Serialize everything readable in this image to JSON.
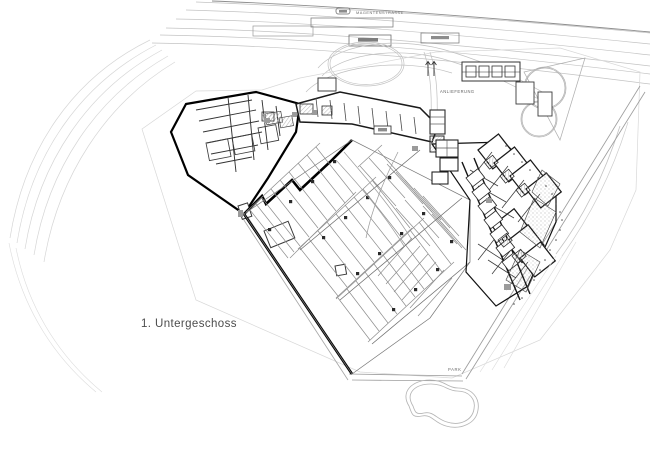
{
  "drawing": {
    "type": "architectural-site-plan",
    "title": "1. Untergeschoss",
    "floor_label": "1. Untergeschoss",
    "background_color": "#ffffff",
    "line_color_heavy": "#000000",
    "line_color_medium": "#5a5a5a",
    "line_color_light": "#b4b4b4",
    "line_color_hairline": "#d2d2d2",
    "fill_hatch": "#c8c8c8"
  },
  "annotations": {
    "street_top": "MAGENTENSTRASSE",
    "delivery": "ANLIEFERUNG",
    "park": "PARK"
  },
  "legend": {
    "floor_name": "1. Untergeschoss"
  },
  "site": {
    "boundary_description": "Irregular polygon site boundary, widest at top, tapering to point at lower centre-right",
    "roads": [
      {
        "name": "MAGENTENSTRASSE",
        "position": "top",
        "orientation": "horizontal-curving"
      },
      {
        "name": "ANLIEFERUNG",
        "position": "upper-right",
        "orientation": "access-drive"
      }
    ],
    "landscape": [
      {
        "name": "pond",
        "shape": "kidney",
        "position": "bottom-centre"
      },
      {
        "name": "tree-circle-large",
        "shape": "circle",
        "position": "upper-right"
      },
      {
        "name": "tree-circle-small",
        "shape": "circle",
        "position": "upper-right"
      }
    ]
  },
  "zones": [
    {
      "id": "storage-block-west",
      "label": "",
      "description": "Rectangular cellular storage rooms, heavy wall outline, upper-left"
    },
    {
      "id": "parking-garage",
      "label": "",
      "description": "Large underground parking deck with ranked stalls, centre"
    },
    {
      "id": "residential-units-east",
      "label": "",
      "description": "Row of stacked dwelling units with terraces, right side"
    },
    {
      "id": "service-core",
      "label": "",
      "description": "Plant and circulation cores adjoining delivery drive"
    }
  ],
  "counts": {
    "parking_rows": 6,
    "unit_blocks": 8
  }
}
